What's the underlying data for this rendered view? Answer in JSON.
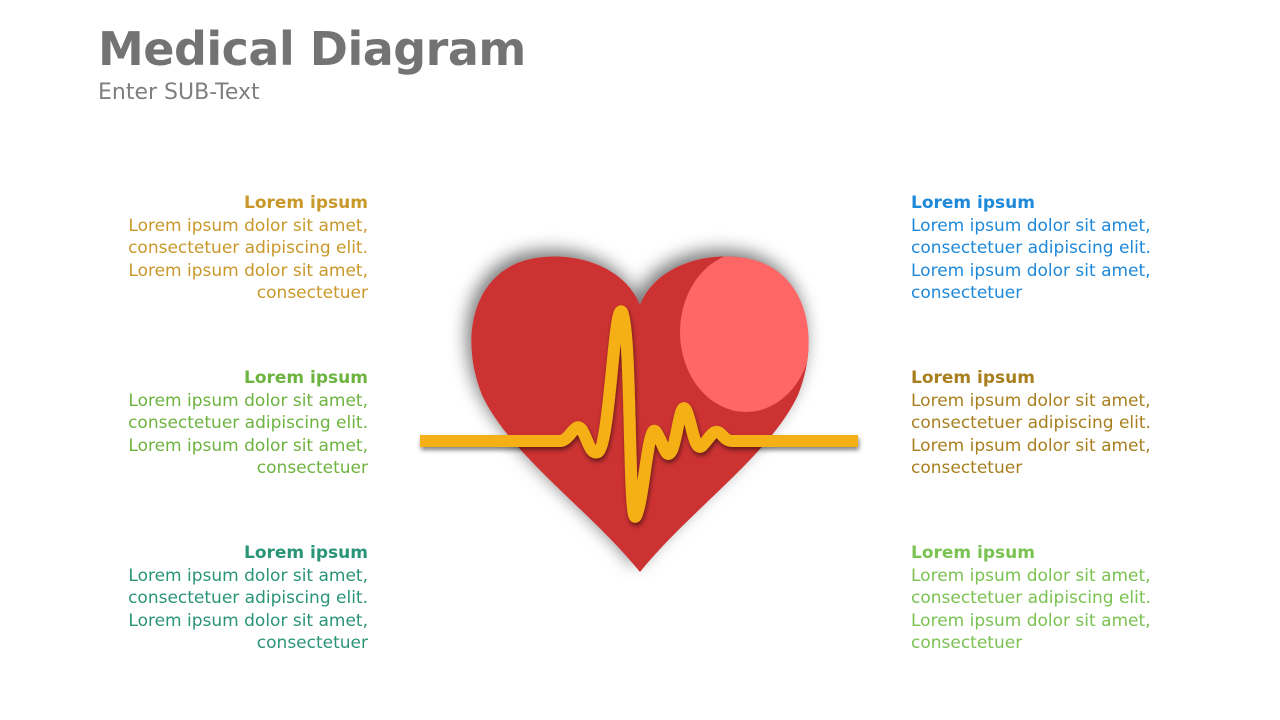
{
  "title": "Medical Diagram",
  "subtitle": "Enter SUB-Text",
  "colors": {
    "heart": "#cc3133",
    "heart_highlight": "#ff6666",
    "pulse_line": "#f5b014"
  },
  "blocks": [
    {
      "heading": "Lorem ipsum",
      "color": "#c9982a",
      "lines": [
        "Lorem ipsum dolor sit amet,",
        "consectetuer adipiscing elit.",
        "Lorem ipsum dolor sit amet,",
        "consectetuer"
      ]
    },
    {
      "heading": "Lorem ipsum",
      "color": "#6db33f",
      "lines": [
        "Lorem ipsum dolor sit amet,",
        "consectetuer adipiscing elit.",
        "Lorem ipsum dolor sit amet,",
        "consectetuer"
      ]
    },
    {
      "heading": "Lorem ipsum",
      "color": "#2a9477",
      "lines": [
        "Lorem ipsum dolor sit amet,",
        "consectetuer adipiscing elit.",
        "Lorem ipsum dolor sit amet,",
        "consectetuer"
      ]
    },
    {
      "heading": "Lorem ipsum",
      "color": "#1e88d9",
      "lines": [
        "Lorem ipsum dolor sit amet,",
        "consectetuer adipiscing elit.",
        "Lorem ipsum dolor sit amet,",
        "consectetuer"
      ]
    },
    {
      "heading": "Lorem ipsum",
      "color": "#a87f1e",
      "lines": [
        "Lorem ipsum dolor sit amet,",
        "consectetuer adipiscing elit.",
        "Lorem ipsum dolor sit amet,",
        "consectetuer"
      ]
    },
    {
      "heading": "Lorem ipsum",
      "color": "#7ac251",
      "lines": [
        "Lorem ipsum dolor sit amet,",
        "consectetuer adipiscing elit.",
        "Lorem ipsum dolor sit amet,",
        "consectetuer"
      ]
    }
  ]
}
